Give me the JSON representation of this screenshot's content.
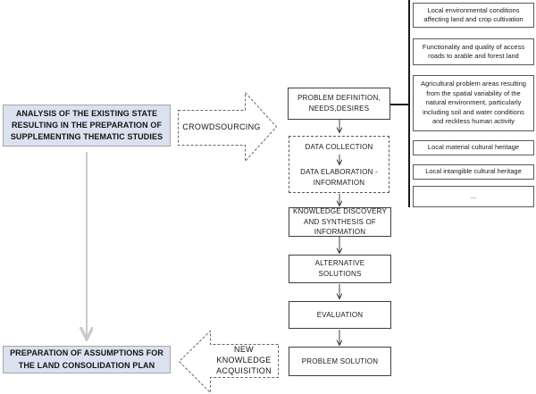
{
  "diagram": {
    "left_column": {
      "analysis_box": "ANALYSIS OF THE EXISTING STATE RESULTING IN THE PREPARATION OF SUPPLEMENTING THEMATIC STUDIES",
      "preparation_box": "PREPARATION OF ASSUMPTIONS FOR THE LAND CONSOLIDATION PLAN"
    },
    "connectors": {
      "crowdsourcing_label": "CROWDSOURCING",
      "new_knowledge_label": "NEW\nKNOWLEDGE\nACQUISITION"
    },
    "process": {
      "problem_definition": "PROBLEM DEFINITION,\nNEEDS,DESIRES",
      "data_collection": "DATA COLLECTION",
      "data_elaboration": "DATA ELABORATION -\nINFORMATION",
      "knowledge_discovery": "KNOWLEDGE DISCOVERY\nAND SYNTHESIS OF\nINFORMATION",
      "alternative_solutions": "ALTERNATIVE SOLUTIONS",
      "evaluation": "EVALUATION",
      "problem_solution": "PROBLEM SOLUTION"
    },
    "right_panel": {
      "items": [
        "Local environmental conditions affecting land and crop cultivation",
        "Functionality and quality of access roads to arable and forest land",
        "Agricultural problem areas resulting from the spatial variability of the natural environment, particularly including soil and water conditions and reckless human activity",
        "Local material cultural heritage",
        "Local intangible cultural heritage",
        "..."
      ]
    },
    "colors": {
      "highlight_fill": "#dbe1ef",
      "highlight_border": "#a6a6a6",
      "line_dark": "#3f3f3f",
      "gray_arrow": "#c9c9c9"
    }
  }
}
